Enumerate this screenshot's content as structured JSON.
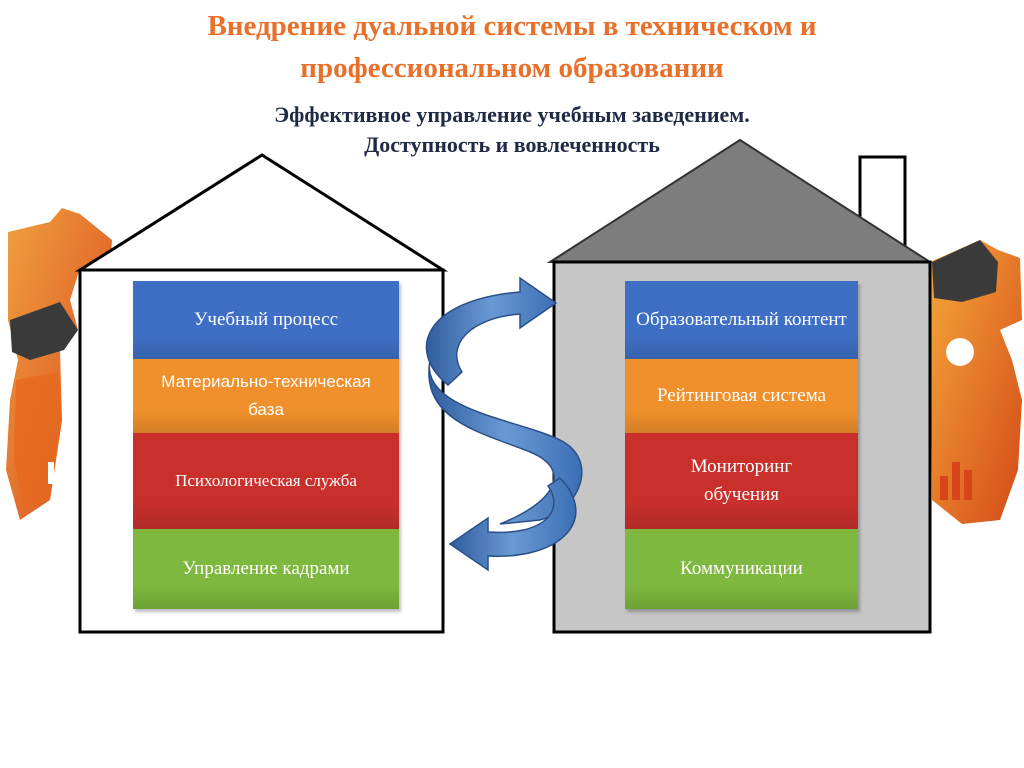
{
  "title": {
    "line1": "Внедрение дуальной системы в техническом и",
    "line2": "профессиональном образовании"
  },
  "subtitle": {
    "line1": "Эффективное управление учебным заведением.",
    "line2": "Доступность  и вовлеченность"
  },
  "left_house": {
    "blocks": [
      {
        "label": "Учебный процесс",
        "color": "#3f6fc4"
      },
      {
        "label": "Материально-техническая база",
        "color": "#f0902c"
      },
      {
        "label": "Психологическая служба",
        "color": "#c9302c"
      },
      {
        "label": "Управление кадрами",
        "color": "#7fb83e"
      }
    ]
  },
  "right_house": {
    "blocks": [
      {
        "label": "Образовательный контент",
        "color": "#3f6fc4"
      },
      {
        "label": "Рейтинговая система",
        "color": "#f0902c"
      },
      {
        "label": "Мониторинг обучения",
        "color": "#c9302c"
      },
      {
        "label": "Коммуникации",
        "color": "#7fb83e"
      }
    ]
  },
  "colors": {
    "title": "#e8702a",
    "subtitle": "#1f2a44",
    "arrow": "#4a7cc0",
    "right_house_fill": "#c6c6c6",
    "right_roof_fill": "#7d7d7d"
  }
}
